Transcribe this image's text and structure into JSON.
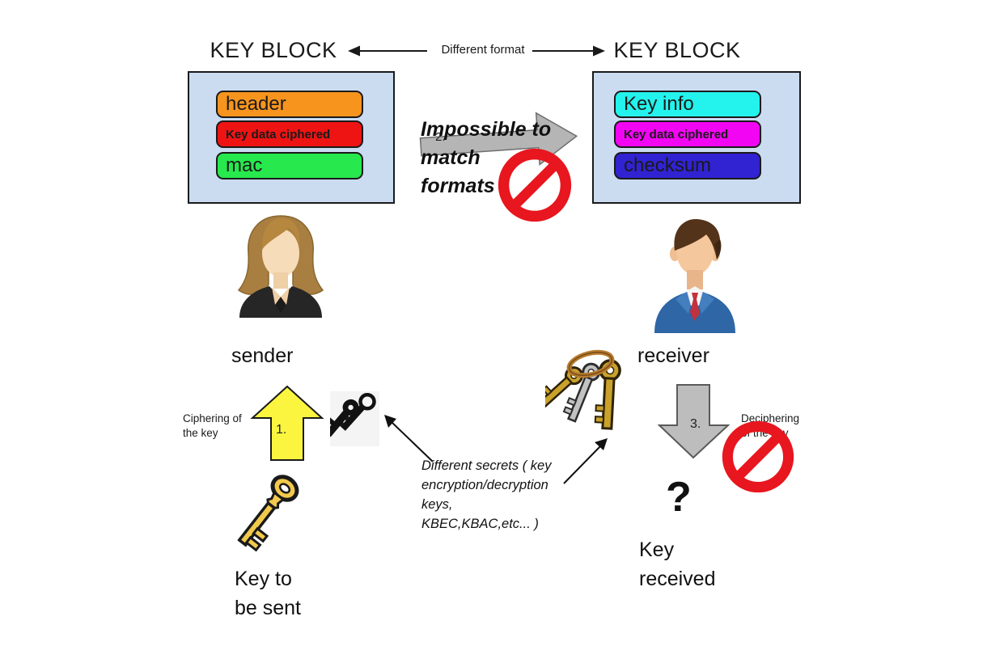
{
  "titles": {
    "left": "KEY BLOCK",
    "right": "KEY BLOCK",
    "format_label": "Different format"
  },
  "left_block": {
    "rows": [
      {
        "label": "header",
        "color": "#F7941E"
      },
      {
        "label": "Key data ciphered",
        "color": "#EE1414"
      },
      {
        "label": "mac",
        "color": "#27E84D"
      }
    ]
  },
  "right_block": {
    "rows": [
      {
        "label": "Key info",
        "color": "#24F2EC"
      },
      {
        "label": "Key data ciphered",
        "color": "#F205F2"
      },
      {
        "label": "checksum",
        "color": "#3122D2"
      }
    ]
  },
  "impossible": {
    "step": "2.",
    "line1": "Impossible to",
    "line2": "match",
    "line3": "formats"
  },
  "sender_label": "sender",
  "receiver_label": "receiver",
  "ciphering": {
    "step": "1.",
    "line1": "Ciphering of",
    "line2": "the key"
  },
  "deciphering": {
    "step": "3.",
    "line1": "Deciphering",
    "line2": "of the key"
  },
  "secrets_note": {
    "line1": "Different secrets ( key",
    "line2": "encryption/decryption",
    "line3": "keys,",
    "line4": "KBEC,KBAC,etc... )"
  },
  "question_mark": "?",
  "key_to_send": {
    "line1": "Key to",
    "line2": "be sent"
  },
  "key_received": {
    "line1": "Key",
    "line2": "received"
  },
  "colors": {
    "block_background": "#CBDCF1",
    "prohibition_red": "#E8161E",
    "arrow_gray": "#B5B5B5",
    "arrow_yellow": "#FBF53F",
    "key_gold": "#F2C94C"
  }
}
